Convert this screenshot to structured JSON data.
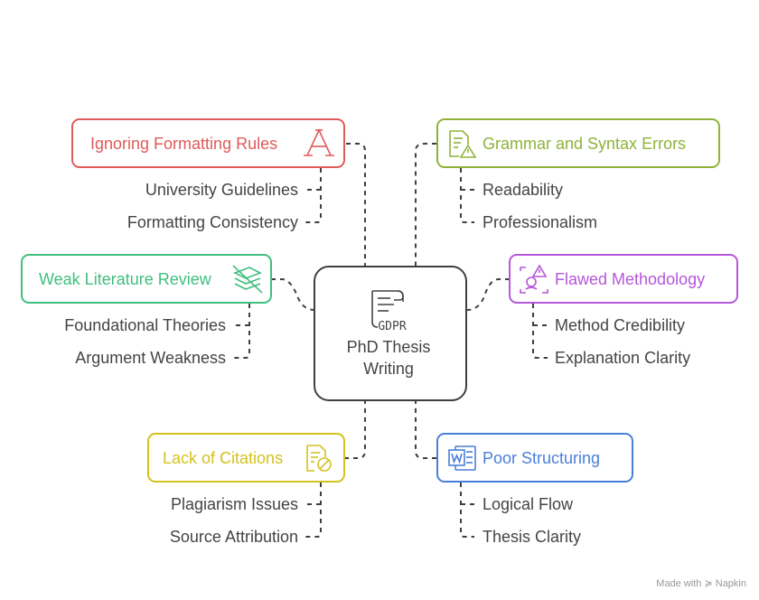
{
  "center": {
    "line1": "PhD Thesis",
    "line2": "Writing",
    "icon": "gdpr-document-icon",
    "icon_text": "GDPR"
  },
  "branches": [
    {
      "id": "formatting",
      "title": "Ignoring Formatting Rules",
      "color": "#e05a5a",
      "icon": "letter-a-icon",
      "items": [
        "University Guidelines",
        "Formatting Consistency"
      ]
    },
    {
      "id": "grammar",
      "title": "Grammar and Syntax Errors",
      "color": "#8fb339",
      "icon": "document-warning-icon",
      "items": [
        "Readability",
        "Professionalism"
      ]
    },
    {
      "id": "literature",
      "title": "Weak Literature Review",
      "color": "#3fbf7f",
      "icon": "stacked-books-crossed-icon",
      "items": [
        "Foundational Theories",
        "Argument Weakness"
      ]
    },
    {
      "id": "methodology",
      "title": "Flawed Methodology",
      "color": "#b557d9",
      "icon": "flask-warning-icon",
      "items": [
        "Method Credibility",
        "Explanation Clarity"
      ]
    },
    {
      "id": "citations",
      "title": "Lack of Citations",
      "color": "#d4c21f",
      "icon": "document-blocked-icon",
      "items": [
        "Plagiarism Issues",
        "Source Attribution"
      ]
    },
    {
      "id": "structuring",
      "title": "Poor Structuring",
      "color": "#4a7fd9",
      "icon": "word-document-icon",
      "items": [
        "Logical Flow",
        "Thesis Clarity"
      ]
    }
  ],
  "watermark": "Made with ≽ Napkin"
}
